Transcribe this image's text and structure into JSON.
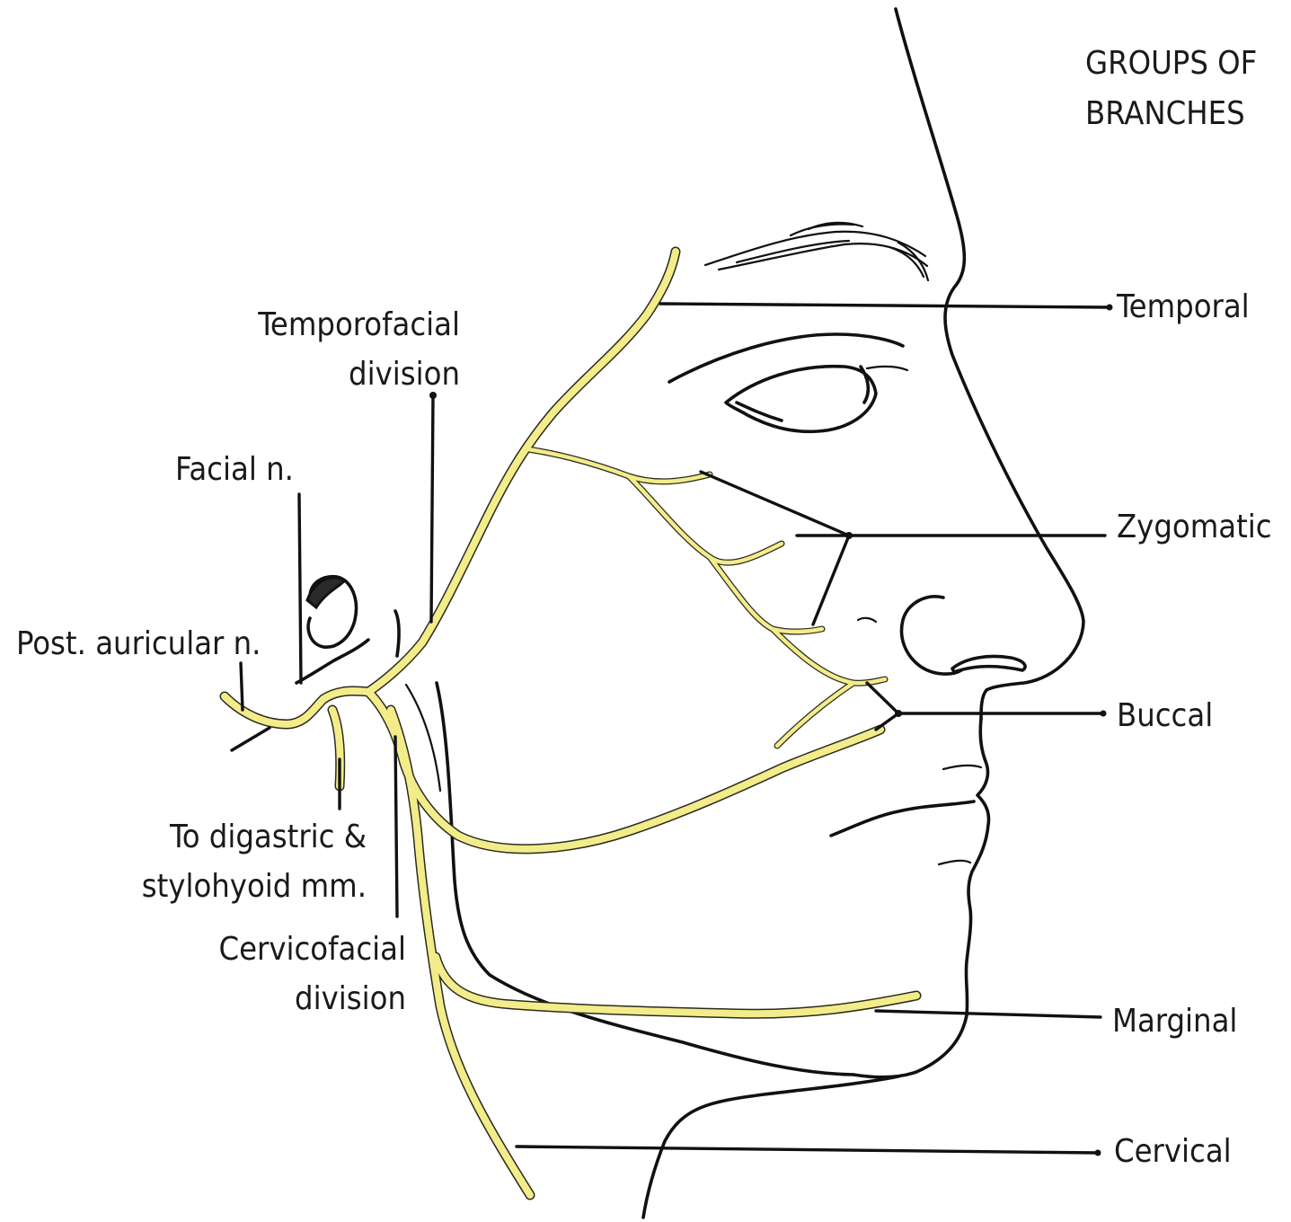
{
  "heading": {
    "line1": "GROUPS OF",
    "line2": "BRANCHES"
  },
  "groups": {
    "temporal": "Temporal",
    "zygomatic": "Zygomatic",
    "buccal": "Buccal",
    "marginal": "Marginal",
    "cervical": "Cervical"
  },
  "labels": {
    "temporofacial_line1": "Temporofacial",
    "temporofacial_line2": "division",
    "facial_n": "Facial n.",
    "post_auricular": "Post. auricular n.",
    "digastric_line1": "To digastric &",
    "digastric_line2": "stylohyoid mm.",
    "cervicofacial_line1": "Cervicofacial",
    "cervicofacial_line2": "division"
  },
  "colors": {
    "nerve": "#f3ec8a",
    "outline": "#111111",
    "background": "#ffffff"
  }
}
